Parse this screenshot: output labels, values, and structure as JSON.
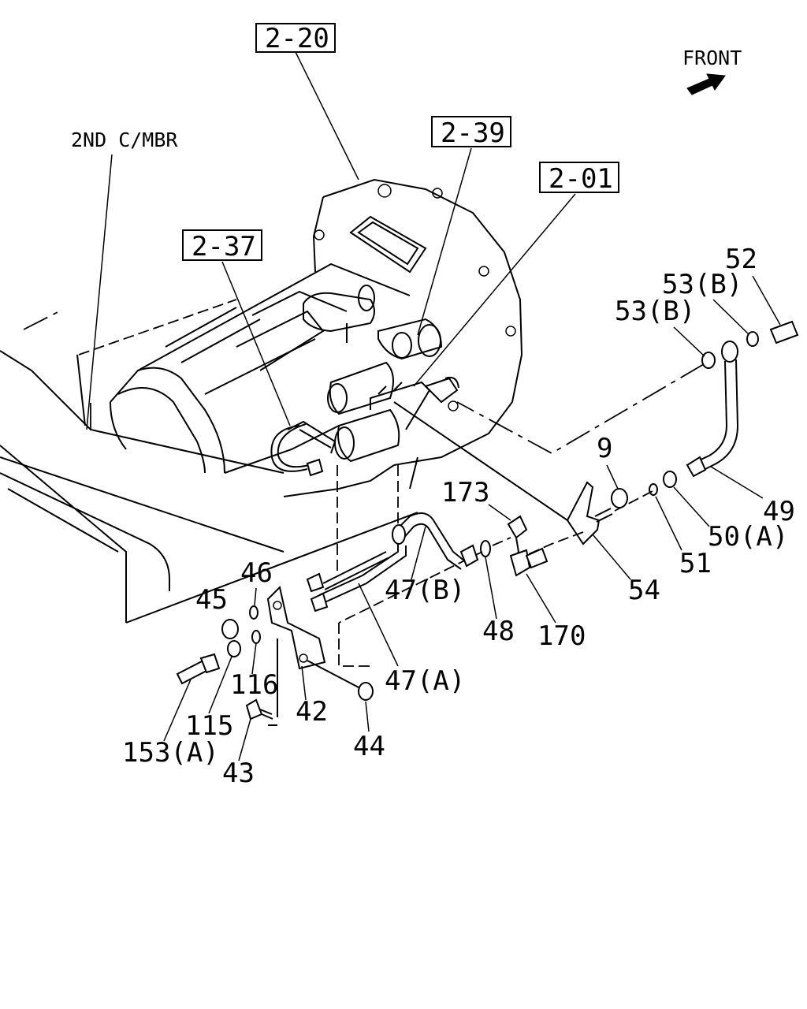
{
  "diagram": {
    "front_label": "FRONT",
    "frame_label": "2ND C/MBR",
    "ref_boxes": [
      {
        "id": "r220",
        "text": "2-20"
      },
      {
        "id": "r239",
        "text": "2-39"
      },
      {
        "id": "r201",
        "text": "2-01"
      },
      {
        "id": "r237",
        "text": "2-37"
      }
    ],
    "parts": [
      {
        "id": "p52",
        "text": "52"
      },
      {
        "id": "p53b1",
        "text": "53(B)"
      },
      {
        "id": "p53b2",
        "text": "53(B)"
      },
      {
        "id": "p9",
        "text": "9"
      },
      {
        "id": "p173",
        "text": "173"
      },
      {
        "id": "p49",
        "text": "49"
      },
      {
        "id": "p50a",
        "text": "50(A)"
      },
      {
        "id": "p51",
        "text": "51"
      },
      {
        "id": "p54",
        "text": "54"
      },
      {
        "id": "p46",
        "text": "46"
      },
      {
        "id": "p45",
        "text": "45"
      },
      {
        "id": "p47b",
        "text": "47(B)"
      },
      {
        "id": "p48",
        "text": "48"
      },
      {
        "id": "p170",
        "text": "170"
      },
      {
        "id": "p47a",
        "text": "47(A)"
      },
      {
        "id": "p116",
        "text": "116"
      },
      {
        "id": "p115",
        "text": "115"
      },
      {
        "id": "p42",
        "text": "42"
      },
      {
        "id": "p153a",
        "text": "153(A)"
      },
      {
        "id": "p44",
        "text": "44"
      },
      {
        "id": "p43",
        "text": "43"
      }
    ]
  }
}
